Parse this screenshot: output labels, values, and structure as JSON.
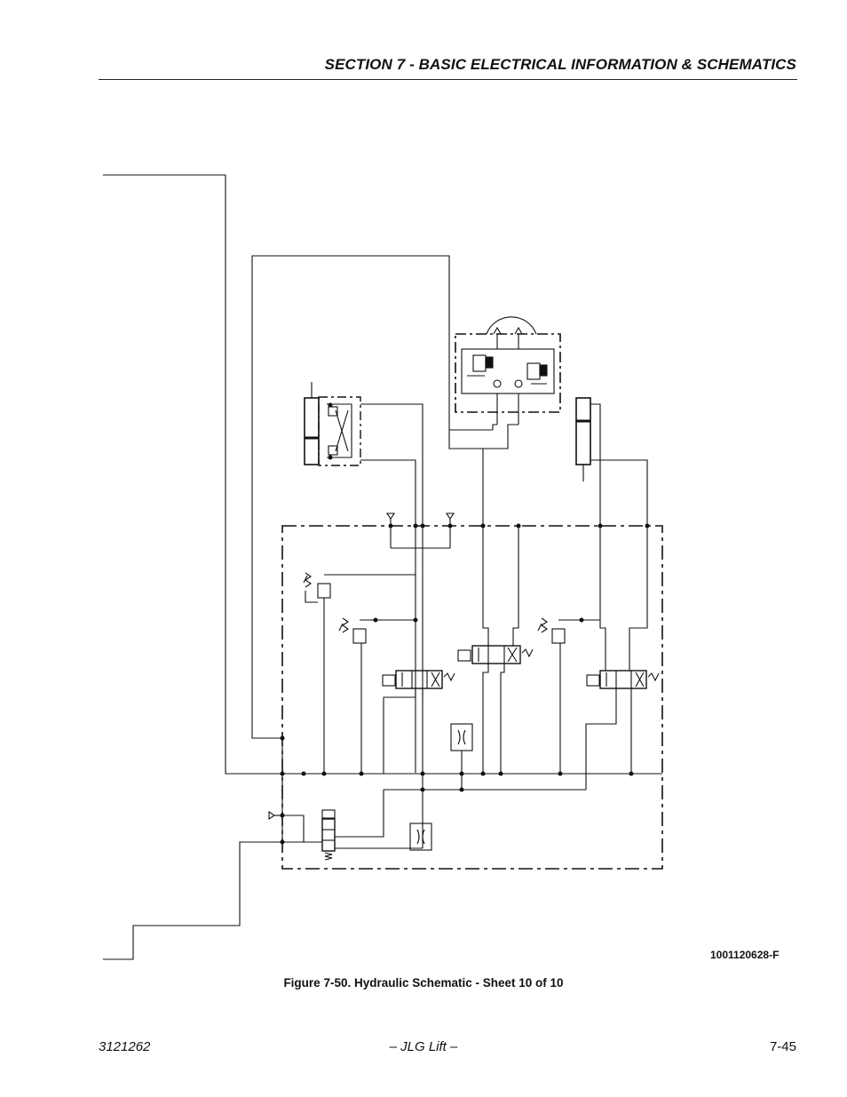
{
  "header": {
    "section_title": "SECTION 7 - BASIC ELECTRICAL INFORMATION & SCHEMATICS"
  },
  "figure": {
    "drawing_number": "1001120628-F",
    "caption": "Figure 7-50.  Hydraulic Schematic - Sheet 10 of 10"
  },
  "footer": {
    "doc_number": "3121262",
    "publisher": "– JLG Lift –",
    "page_number": "7-45"
  }
}
